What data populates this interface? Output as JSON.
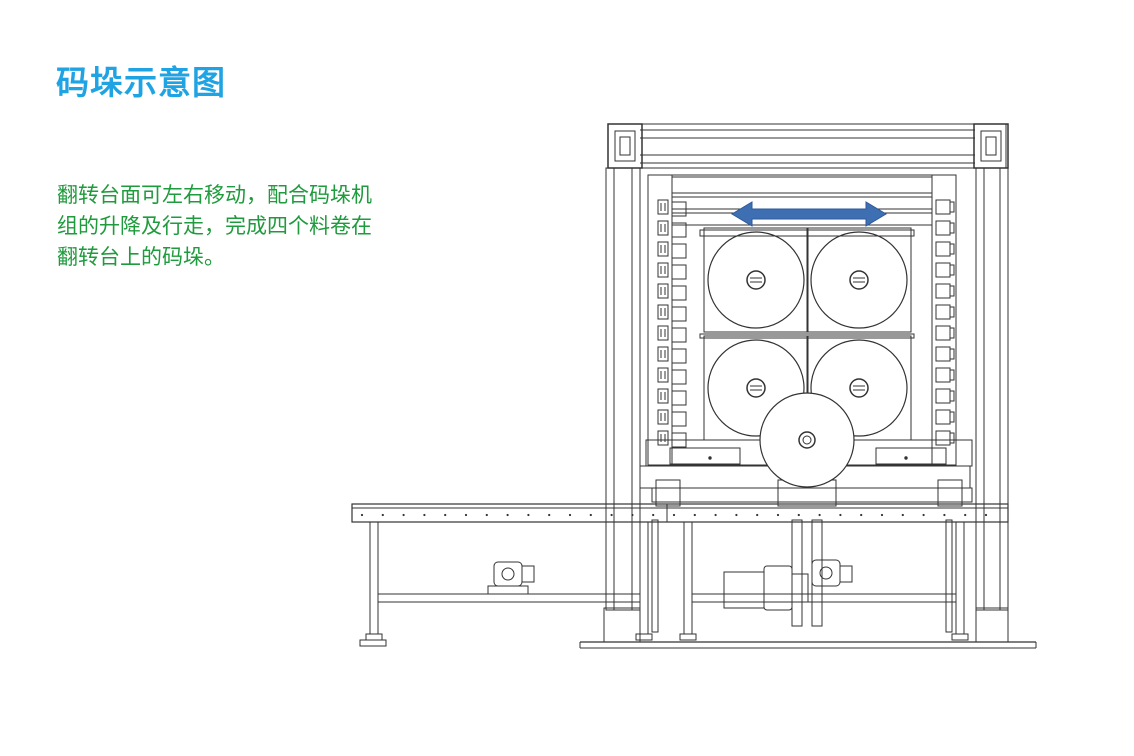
{
  "title": {
    "text": "码垛示意图",
    "color": "#1fa3e3"
  },
  "description": {
    "lines": [
      "翻转台面可左右移动，配合码垛机",
      "组的升降及行走，完成四个料卷在",
      "翻转台上的码垛。"
    ],
    "color": "#1e9b3c"
  },
  "diagram": {
    "line_color": "#333333",
    "arrow_color": "#3f6fb3",
    "arrow_semantic": "bidirectional-horizontal-arrow",
    "rolls_in_stack": 4,
    "rolls_on_conveyor": 1
  }
}
